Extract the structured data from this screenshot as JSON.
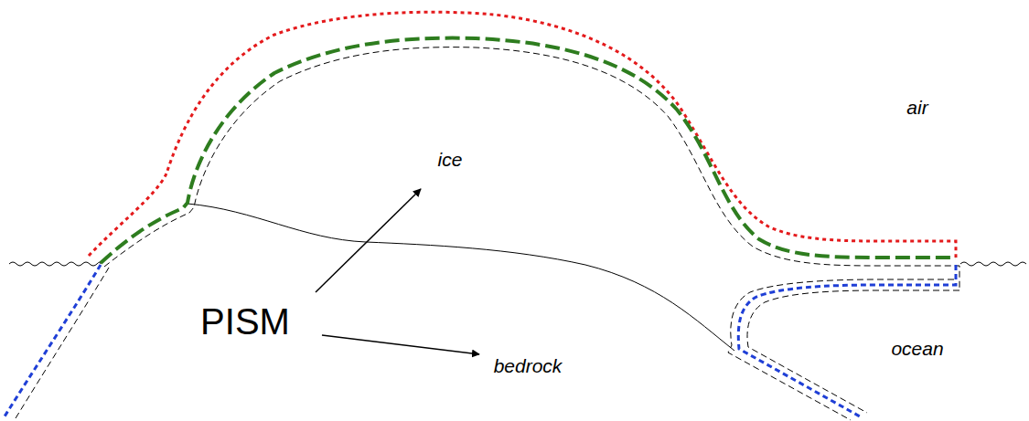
{
  "diagram": {
    "labels": [
      "air",
      "ice",
      "PISM",
      "bedrock",
      "ocean"
    ]
  }
}
